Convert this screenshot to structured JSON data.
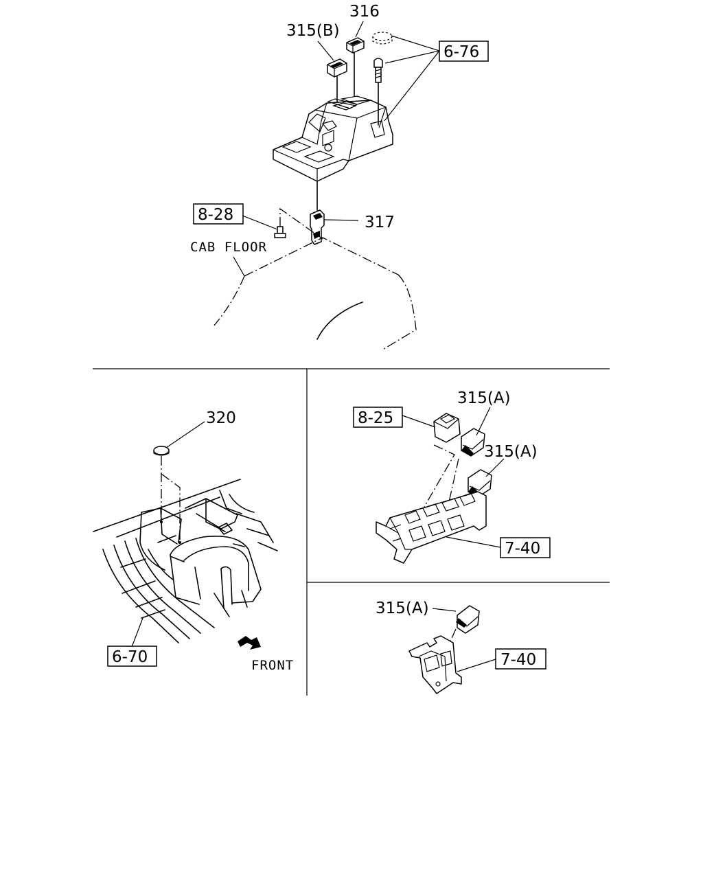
{
  "callouts": {
    "p316": "316",
    "p315b": "315(B)",
    "ref_6_76": "6-76",
    "ref_8_28": "8-28",
    "p317": "317",
    "p320": "320",
    "ref_6_70": "6-70",
    "p315a_1": "315(A)",
    "p315a_2": "315(A)",
    "p315a_3": "315(A)",
    "ref_8_25": "8-25",
    "ref_7_40_a": "7-40",
    "ref_7_40_b": "7-40"
  },
  "notes": {
    "cab_floor": "CAB FLOOR",
    "front": "FRONT"
  }
}
